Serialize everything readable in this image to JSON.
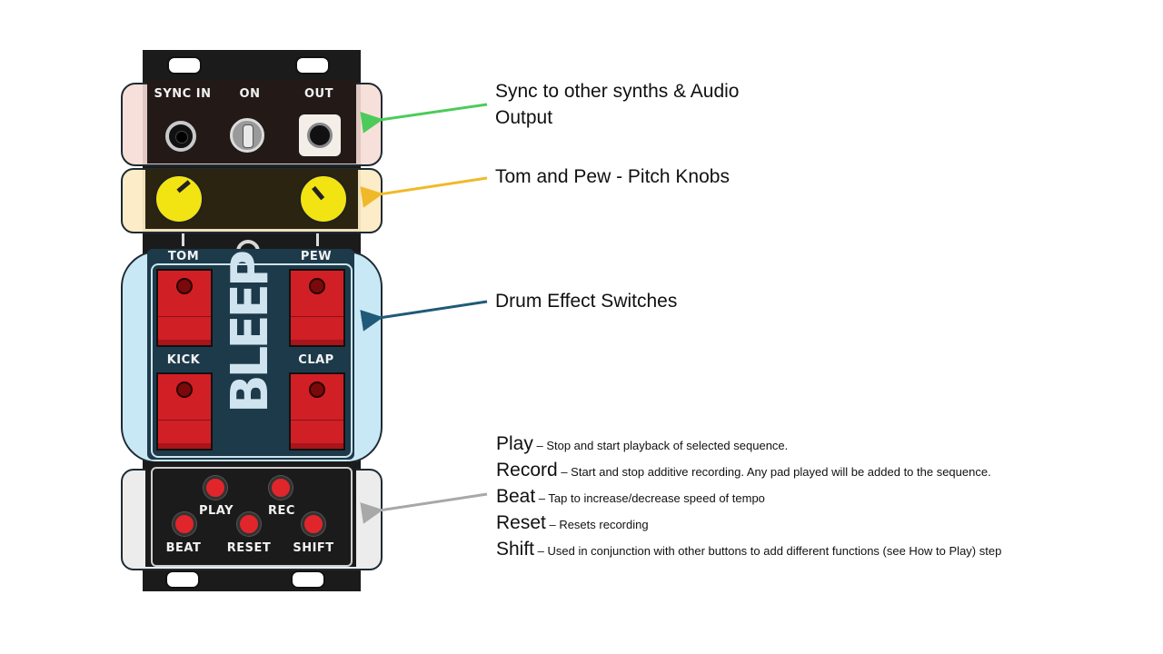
{
  "panel": {
    "labels": {
      "sync_in": "SYNC IN",
      "on": "ON",
      "out": "OUT",
      "tom": "TOM",
      "pew": "PEW",
      "kick": "KICK",
      "clap": "CLAP",
      "play": "PLAY",
      "rec": "REC",
      "beat": "BEAT",
      "reset": "RESET",
      "shift": "SHIFT"
    },
    "logo": "BLEEP"
  },
  "callouts": {
    "sync_line1": "Sync to other synths & Audio",
    "sync_line2": "Output",
    "knobs": "Tom and Pew - Pitch Knobs",
    "switches": "Drum Effect Switches"
  },
  "descriptions": [
    {
      "term": "Play",
      "text": " – Stop and start playback of selected sequence."
    },
    {
      "term": "Record",
      "text": " – Start and stop additive recording. Any pad played will be added to the sequence."
    },
    {
      "term": "Beat",
      "text": " – Tap to increase/decrease speed of tempo"
    },
    {
      "term": "Reset",
      "text": " – Resets recording"
    },
    {
      "term": "Shift",
      "text": " – Used in conjunction with other buttons to add different functions (see How to Play) step"
    }
  ],
  "colors": {
    "sync_region": "#f7ddd6",
    "knob_region": "#fcebc4",
    "switch_region": "#c9e8f5",
    "button_region": "#ececec",
    "sync_arrow": "#4ccb5a",
    "knob_arrow": "#f0b92a",
    "switch_arrow": "#1f5a78",
    "button_arrow": "#a8a8a8",
    "pad_red": "#d11f26",
    "knob_yellow": "#f2e313"
  }
}
